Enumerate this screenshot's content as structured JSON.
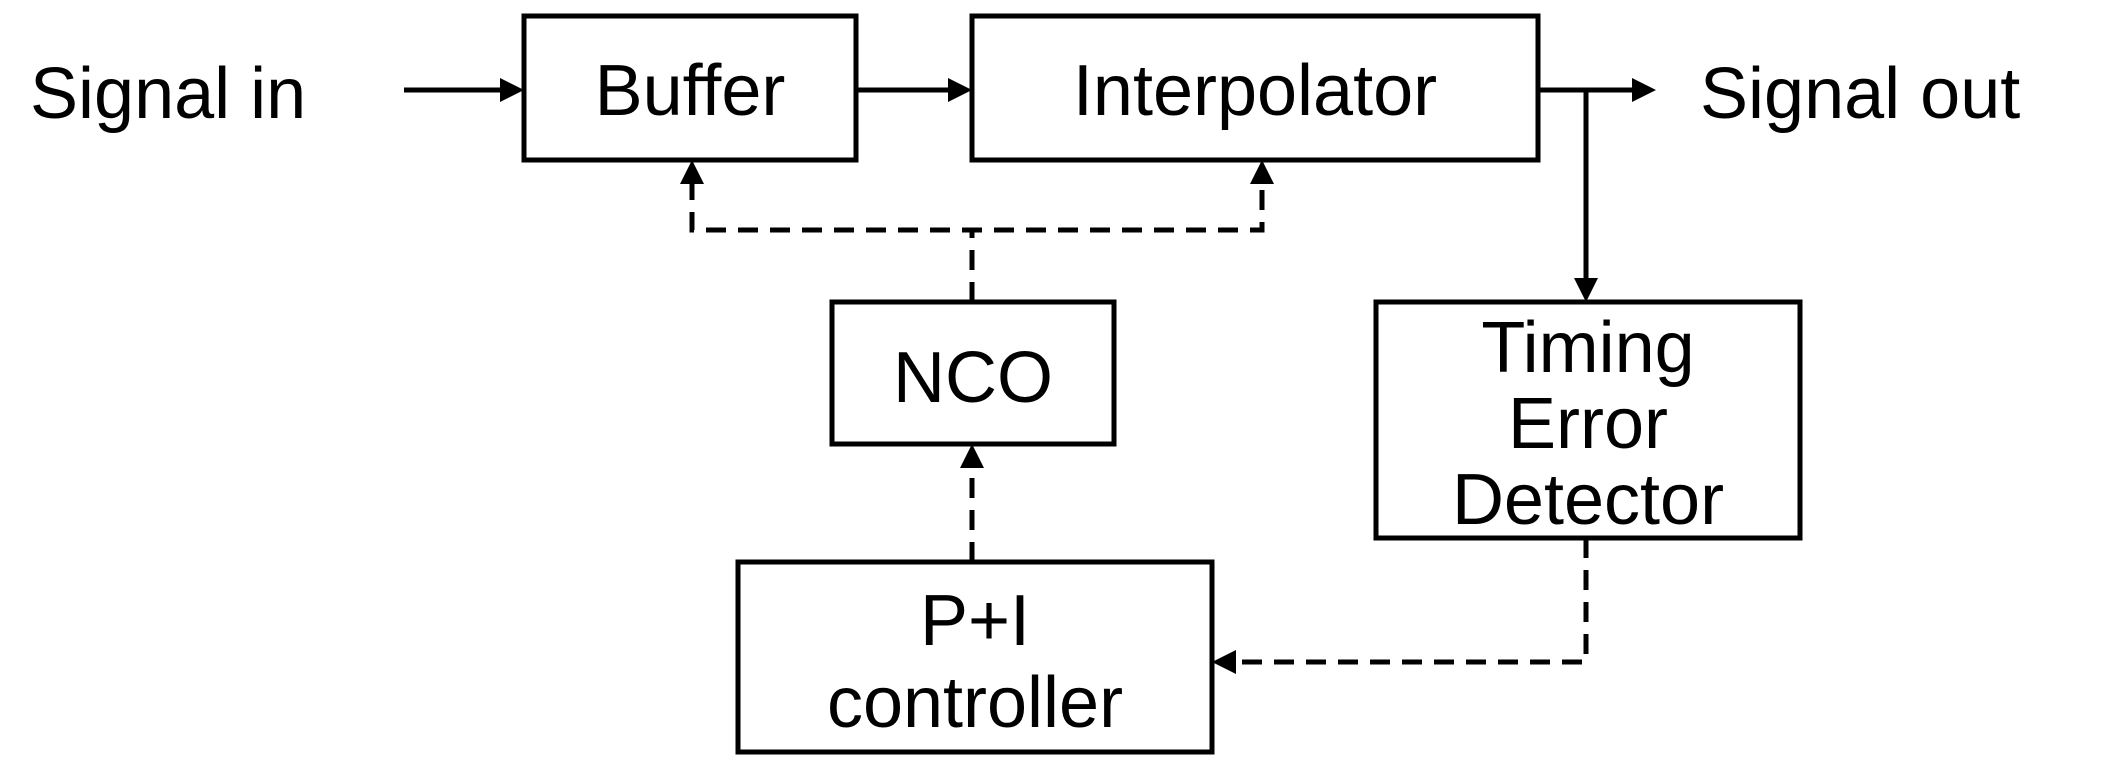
{
  "diagram": {
    "inputs": {
      "signal_in": "Signal in",
      "signal_out": "Signal out"
    },
    "blocks": {
      "buffer": "Buffer",
      "interpolator": "Interpolator",
      "nco": "NCO",
      "ted_line1": "Timing",
      "ted_line2": "Error",
      "ted_line3": "Detector",
      "pi_line1": "P+I",
      "pi_line2": "controller"
    },
    "colors": {
      "stroke": "#000000",
      "background": "#ffffff"
    }
  }
}
